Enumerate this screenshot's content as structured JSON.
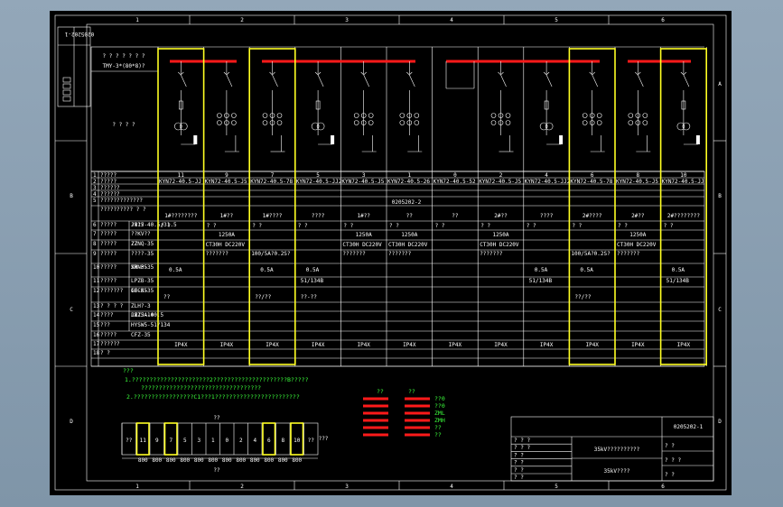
{
  "zones": {
    "top": [
      "1",
      "2",
      "3",
      "4",
      "5",
      "6"
    ],
    "bottom": [
      "1",
      "2",
      "3",
      "4",
      "5",
      "6"
    ],
    "left": [
      "B",
      "C",
      "D"
    ],
    "right": [
      "A",
      "B",
      "C",
      "D"
    ]
  },
  "drawing_code": "0205202-1",
  "title_block": {
    "code": "0205202-1",
    "title1": "35kV??????????",
    "title2": "35kV????"
  },
  "header_block": {
    "row1": "? ? ? ? ? ? ?",
    "row2": "TMY-3*(80*8)?",
    "label": "? ? ? ?"
  },
  "row_labels": [
    {
      "n": "1",
      "t": "?????"
    },
    {
      "n": "2",
      "t": "?????"
    },
    {
      "n": "3",
      "t": "??????"
    },
    {
      "n": "4",
      "t": "??????"
    },
    {
      "n": "5",
      "t": "?????????????"
    },
    {
      "n": "",
      "t": "??????????  ? ?"
    },
    {
      "n": "6",
      "t": "?????"
    },
    {
      "n": "7",
      "t": "?????"
    },
    {
      "n": "8",
      "t": "?????"
    },
    {
      "n": "9",
      "t": "?????"
    },
    {
      "n": "10",
      "t": "?????"
    },
    {
      "n": "11",
      "t": "?????"
    },
    {
      "n": "12",
      "t": "???????"
    },
    {
      "n": "13",
      "t": "? ? ? ?"
    },
    {
      "n": "14",
      "t": "????"
    },
    {
      "n": "15",
      "t": "???"
    },
    {
      "n": "16",
      "t": "?????"
    },
    {
      "n": "17",
      "t": "??????"
    },
    {
      "n": "18",
      "t": "?     ?"
    }
  ],
  "component_labels": [
    "JN15-40.5/31.5",
    "????",
    "??KV??",
    "ZZNQ-35",
    "??",
    "????-35",
    "SW-35",
    "XRNP-35",
    "LPZB-35",
    "IF-35",
    "GBCK-35",
    "ZLH?-3",
    "JN15A-40.5",
    "LZZJ-10",
    "HYSW5-51/134",
    "CFZ-35"
  ],
  "panels": [
    {
      "no": "11",
      "type": "KYN72-40.5-JJ",
      "purpose": "1#????????",
      "hl": true,
      "c1": "",
      "c2": "",
      "c3": "",
      "r9": "0.5A",
      "r10": "",
      "r11": "??"
    },
    {
      "no": "9",
      "type": "KYN72-40.5-J5",
      "purpose": "1#??",
      "hl": false,
      "c1": "1250A",
      "c2": "CT30H DC220V",
      "c3": "???????",
      "r9": "",
      "r10": "",
      "r11": ""
    },
    {
      "no": "7",
      "type": "KYN72-40.5-78",
      "purpose": "1#????",
      "hl": true,
      "c1": "",
      "c2": "",
      "c3": "100/5A?0.2S?",
      "r9": "0.5A",
      "r10": "",
      "r11": "??/??"
    },
    {
      "no": "5",
      "type": "KYN72-40.5-JJ2",
      "purpose": "????",
      "hl": false,
      "c1": "",
      "c2": "",
      "c3": "",
      "r9": "0.5A",
      "r10": "51/134B",
      "r11": "??-??"
    },
    {
      "no": "3",
      "type": "KYN72-40.5-J5",
      "purpose": "1#??",
      "hl": false,
      "c1": "1250A",
      "c2": "CT30H DC220V",
      "c3": "???????",
      "r9": "",
      "r10": "",
      "r11": ""
    },
    {
      "no": "1",
      "type": "KYN72-40.5-26",
      "purpose": "??",
      "hl": false,
      "c1": "1250A",
      "c2": "CT30H DC220V",
      "c3": "???????",
      "r9": "",
      "r10": "",
      "r11": ""
    },
    {
      "no": "0",
      "type": "KYN72-40.5-52",
      "purpose": "??",
      "hl": false,
      "c1": "",
      "c2": "",
      "c3": "",
      "r9": "",
      "r10": "",
      "r11": ""
    },
    {
      "no": "2",
      "type": "KYN72-40.5-J5",
      "purpose": "2#??",
      "hl": false,
      "c1": "1250A",
      "c2": "CT30H DC220V",
      "c3": "???????",
      "r9": "",
      "r10": "",
      "r11": ""
    },
    {
      "no": "4",
      "type": "KYN72-40.5-JJ2",
      "purpose": "????",
      "hl": false,
      "c1": "",
      "c2": "",
      "c3": "",
      "r9": "0.5A",
      "r10": "51/134B",
      "r11": ""
    },
    {
      "no": "6",
      "type": "KYN72-40.5-78",
      "purpose": "2#????",
      "hl": true,
      "c1": "",
      "c2": "",
      "c3": "100/5A?0.2S?",
      "r9": "0.5A",
      "r10": "",
      "r11": "??/??"
    },
    {
      "no": "8",
      "type": "KYN72-40.5-J5",
      "purpose": "2#??",
      "hl": false,
      "c1": "1250A",
      "c2": "CT30H DC220V",
      "c3": "???????",
      "r9": "",
      "r10": "",
      "r11": ""
    },
    {
      "no": "10",
      "type": "KYN72-40.5-JJ",
      "purpose": "2#????????",
      "hl": true,
      "c1": "",
      "c2": "",
      "c3": "",
      "r9": "0.5A",
      "r10": "51/134B",
      "r11": ""
    }
  ],
  "ip_rating": "IP4X",
  "merge_label": "0205202-2",
  "notes": {
    "head": "???",
    "l1": "1.??????????????????????2?????????????????????B?????",
    "l1b": "??????????????????????????????????",
    "l2": "2.?????????????????C1???1????????????????????????"
  },
  "legend": {
    "head1": "??",
    "head2": "??",
    "items": [
      "??0",
      "??0",
      "ZML",
      "ZMH",
      "??",
      "??"
    ]
  },
  "plan": {
    "top_label": "??",
    "bottom_label": "??",
    "side_label": "???",
    "cells": [
      "??",
      "11",
      "9",
      "7",
      "5",
      "3",
      "1",
      "0",
      "2",
      "4",
      "6",
      "8",
      "10",
      "??"
    ],
    "highlight": [
      "11",
      "7",
      "6",
      "10"
    ],
    "dims": [
      "800",
      "800",
      "800",
      "800",
      "800",
      "800",
      "800",
      "800",
      "800",
      "800",
      "800",
      "800"
    ]
  },
  "tb_rows": [
    "? ? ?",
    "? ? ?",
    "? ?",
    "? ?",
    "? ?",
    "? ?"
  ],
  "tb_right": [
    "? ?",
    "? ? ?",
    "? ?"
  ]
}
